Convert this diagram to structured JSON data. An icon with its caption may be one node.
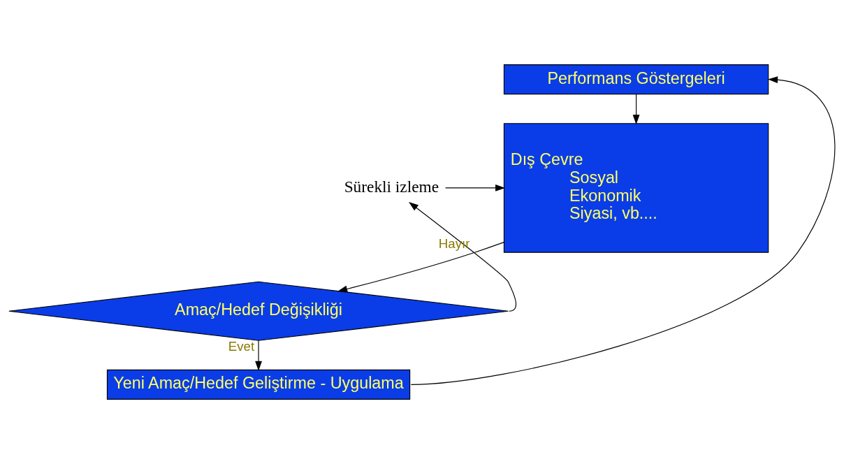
{
  "diagram": {
    "nodes": [
      {
        "text": [
          "Performans Göstergeleri"
        ]
      },
      {
        "text": [
          "Dış Çevre",
          "Sosyal",
          "Ekonomik",
          "Siyasi, vb...."
        ]
      },
      {
        "text": [
          "Amaç/Hedef Değişikliği"
        ]
      },
      {
        "text": [
          "Yeni Amaç/Hedef Geliştirme - Uygulama"
        ]
      },
      {
        "text": [
          "Sürekli izleme"
        ]
      }
    ],
    "edges": [
      {
        "from": 0,
        "to": 1,
        "arrow": "to"
      },
      {
        "from": 1,
        "to": 2,
        "arrow": "to"
      },
      {
        "from": 2,
        "to": 3,
        "arrow": "to",
        "label": "Evet"
      },
      {
        "from": 3,
        "to": 0,
        "arrow": "to"
      },
      {
        "from": 2,
        "to": 4,
        "arrow": "to",
        "label": "Hayır"
      },
      {
        "from": 4,
        "to": 1,
        "arrow": "to"
      }
    ]
  }
}
